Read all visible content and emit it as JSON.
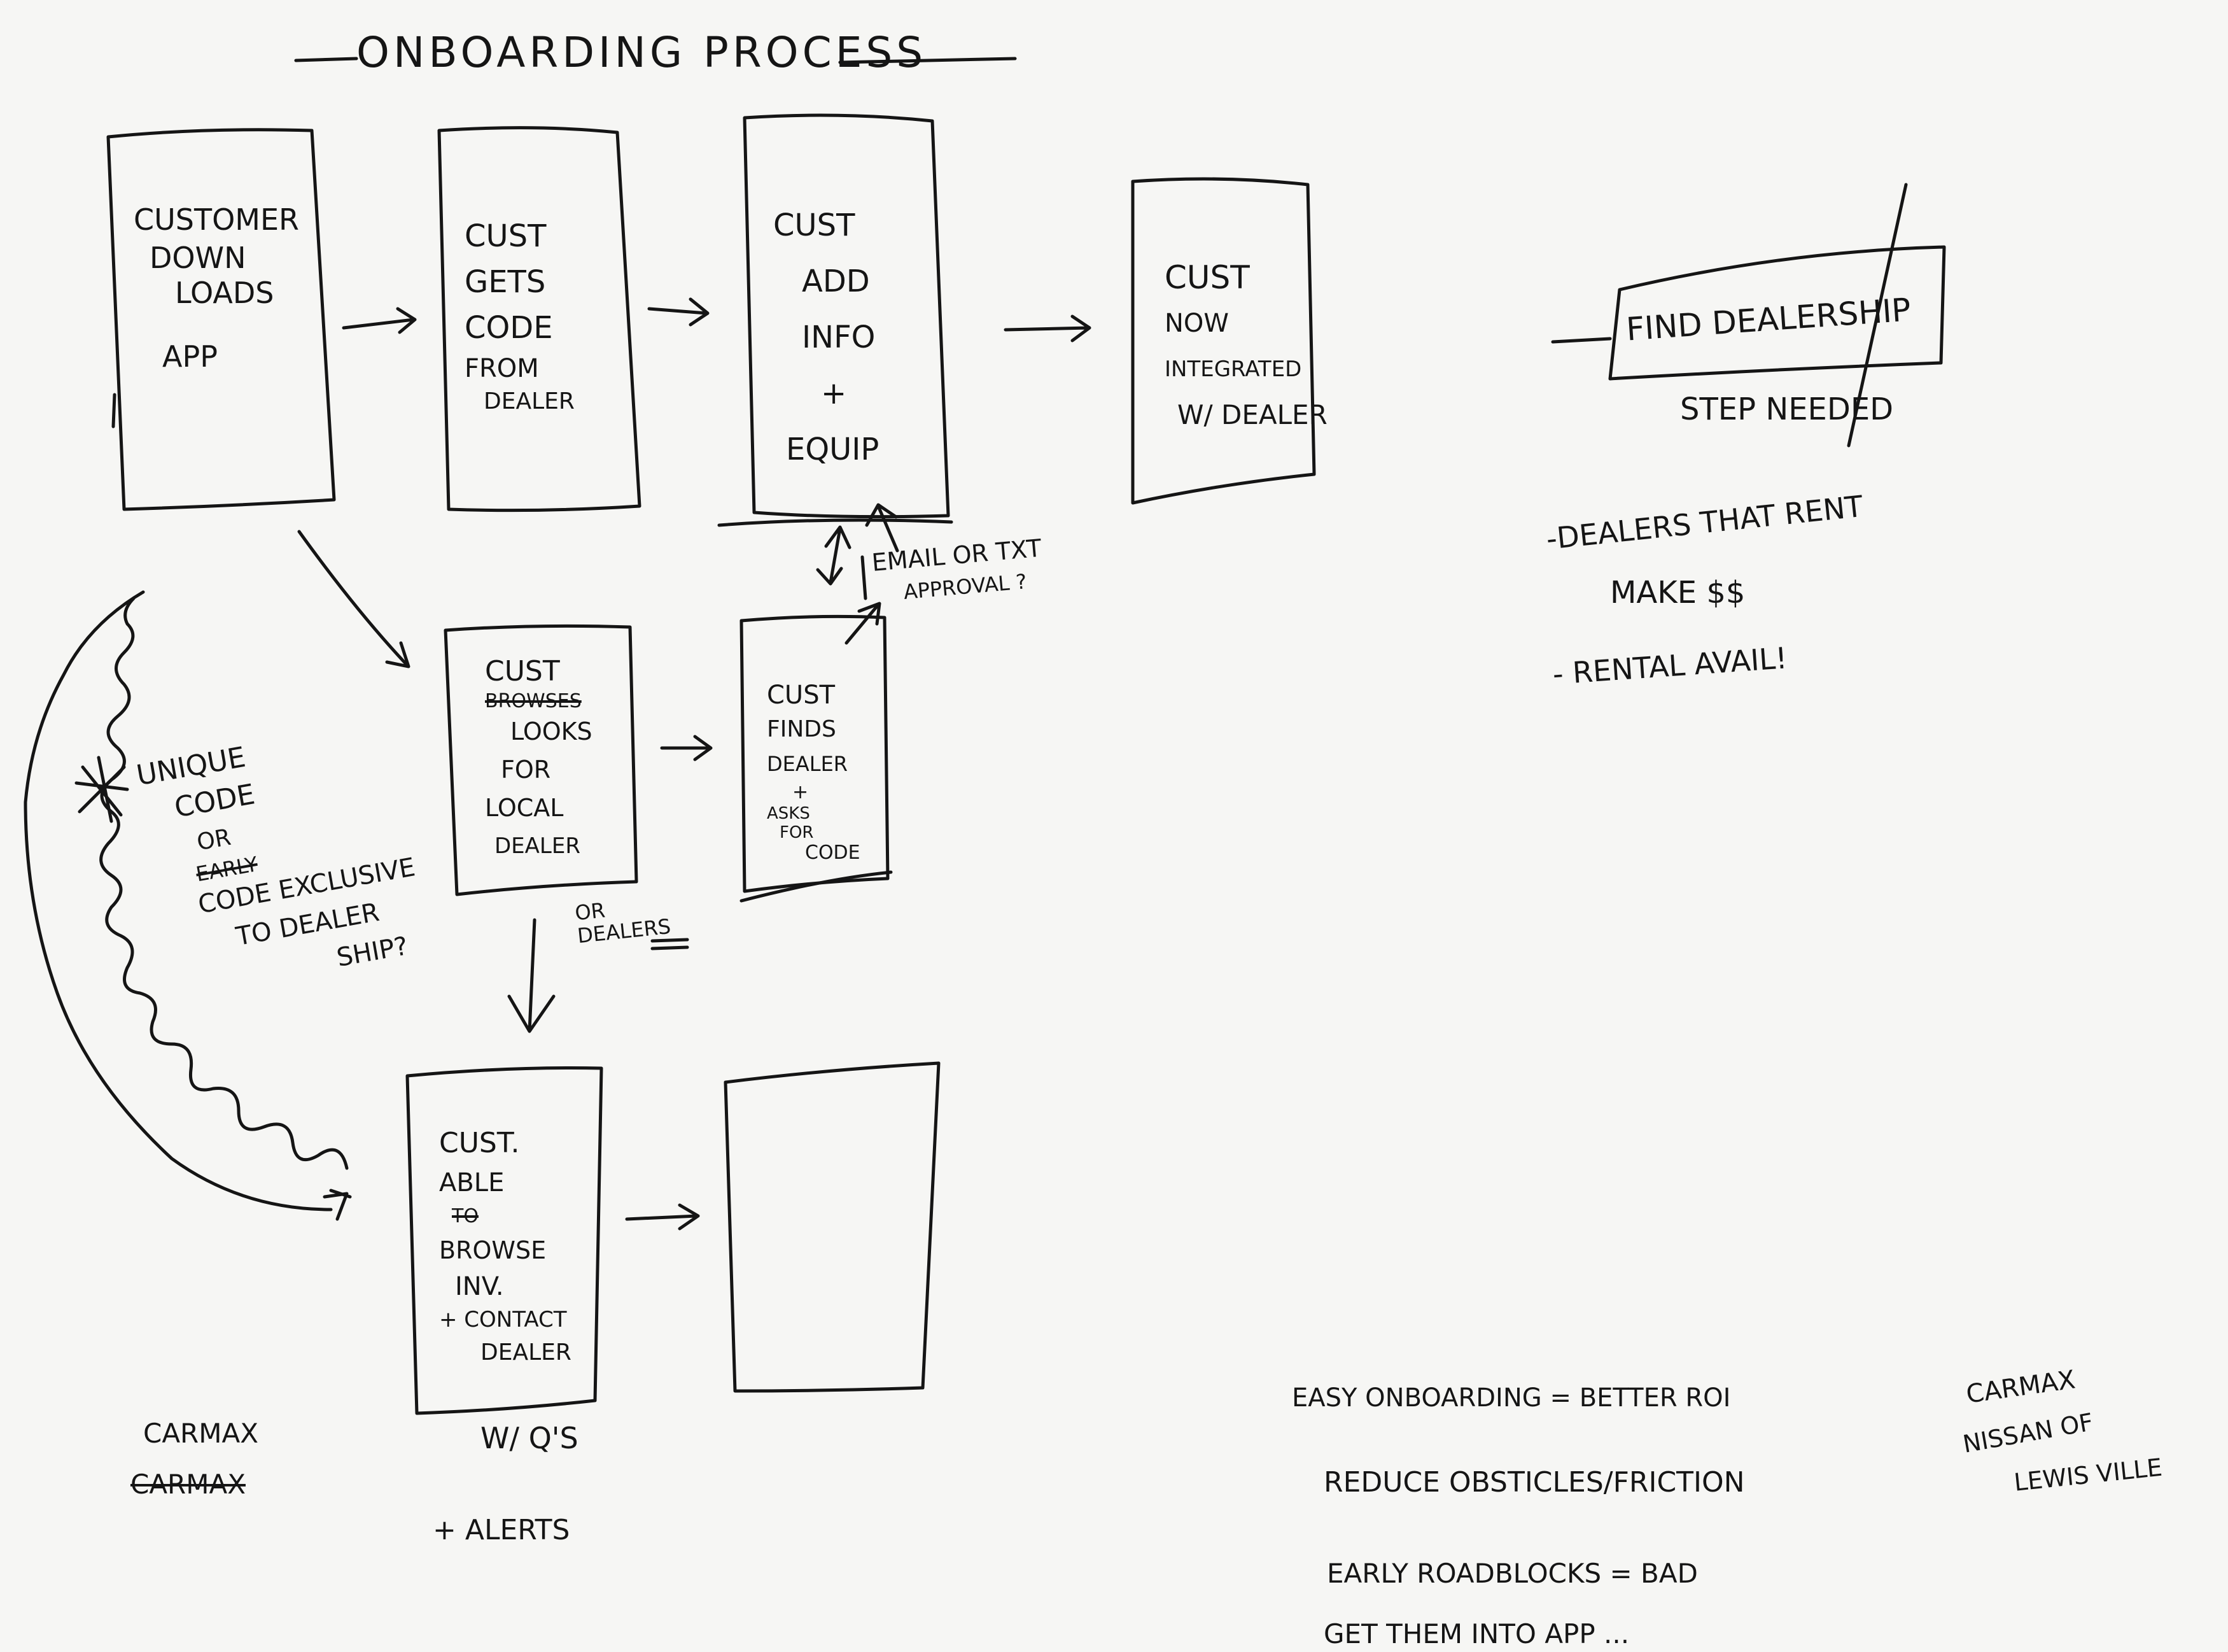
{
  "title": "ONBOARDING PROCESS",
  "boxes": {
    "b1": [
      "CUSTOMER",
      "DOWN",
      "LOADS",
      "APP"
    ],
    "b2": [
      "CUST",
      "GETS",
      "CODE",
      "FROM",
      "DEALER"
    ],
    "b3": [
      "CUST",
      "ADD",
      "INFO",
      "+",
      "EQUIP"
    ],
    "b4": [
      "CUST",
      "NOW",
      "INTEGRATED",
      "W/ DEALER"
    ],
    "b5": [
      "CUST",
      "BROWSES",
      "LOOKS",
      "FOR",
      "LOCAL",
      "DEALER"
    ],
    "b6": [
      "CUST",
      "FINDS",
      "DEALER",
      "+",
      "ASKS",
      "FOR",
      "CODE"
    ],
    "b7": [
      "CUST.",
      "ABLE",
      "TO",
      "BROWSE",
      "INV.",
      "+ CONTACT",
      "DEALER"
    ],
    "b8": [],
    "find": "FIND DEALERSHIP"
  },
  "notes": {
    "email": "EMAIL OR TXT",
    "approval": "APPROVAL ?",
    "or_dealers": "OR DEALERS",
    "unique": [
      "UNIQUE",
      "CODE",
      "OR",
      "CODE EXCLUSIVE",
      "TO DEALER",
      "SHIP?"
    ],
    "unique_struck": "EARLY",
    "asterisk": "*",
    "step_needed": "STEP NEEDED",
    "dealers_rent": "-DEALERS THAT RENT",
    "make": "MAKE $$",
    "rental": "- RENTAL AVAIL!",
    "wqs": "W/ Q'S",
    "alerts": "+ ALERTS",
    "carmax1": "CARMAX",
    "carmax2": "CARMAX",
    "carmax_right": "CARMAX",
    "nissan": "NISSAN OF",
    "lewis": "LEWIS VILLE",
    "easy": "EASY ONBOARDING = BETTER ROI",
    "reduce": "REDUCE OBSTICLES/FRICTION",
    "early": "EARLY ROADBLOCKS = BAD",
    "get": "GET THEM INTO APP ..."
  },
  "colors": {
    "ink": "#151515",
    "paper": "#f6f6f4"
  }
}
